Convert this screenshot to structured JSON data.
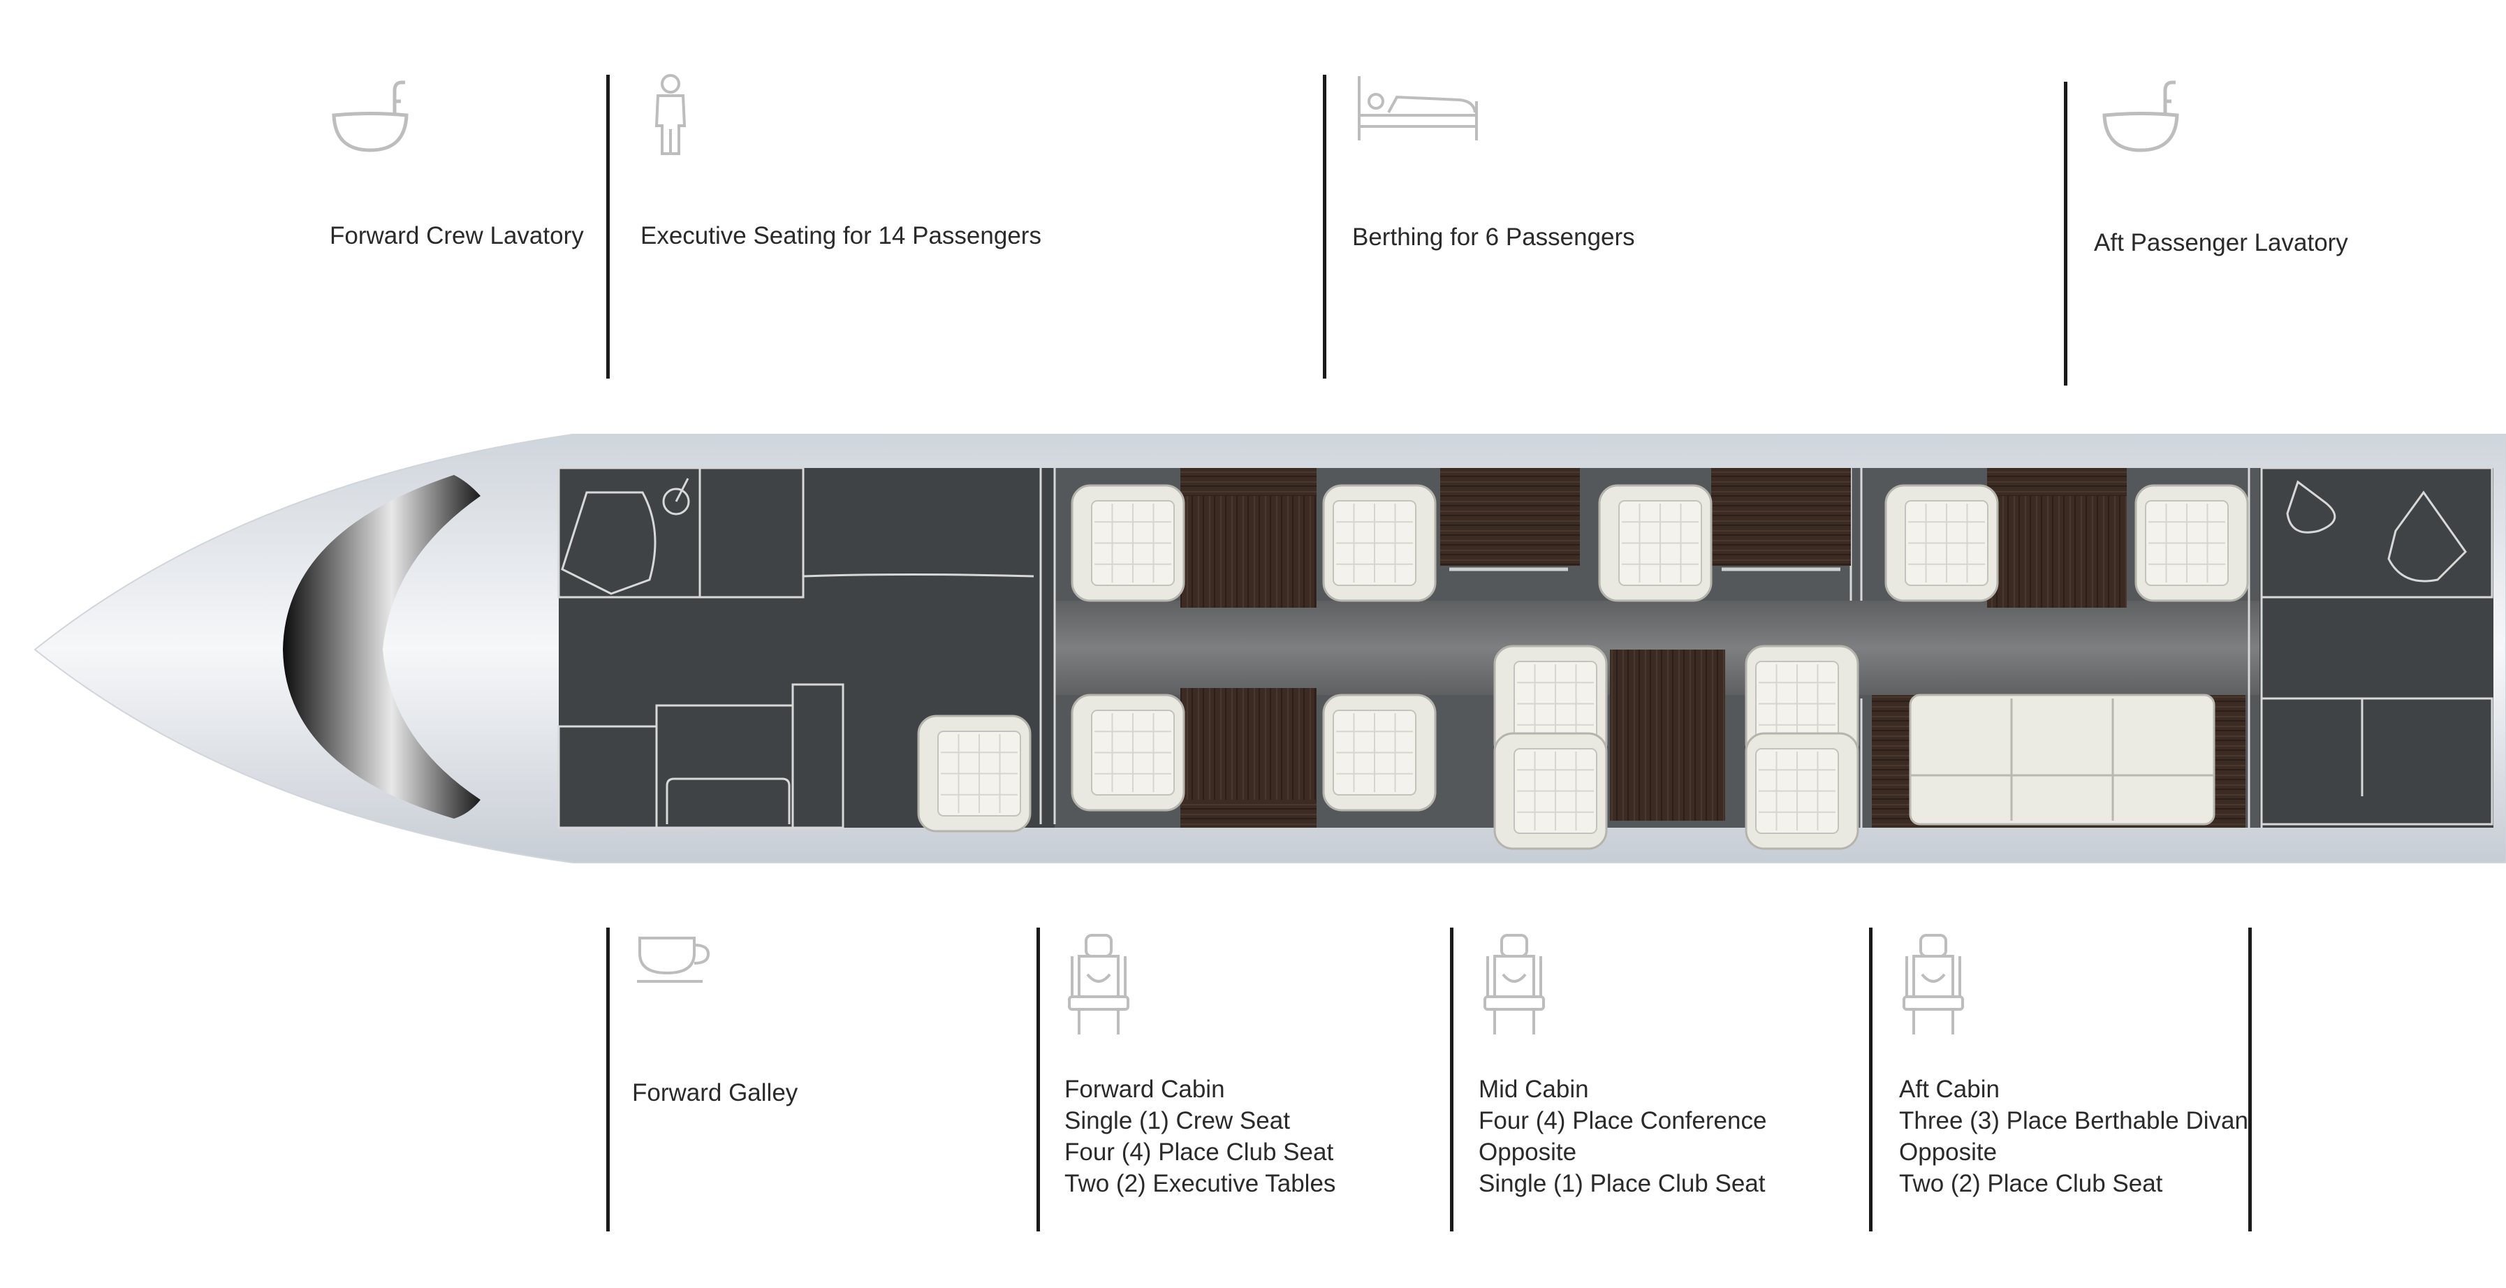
{
  "top_labels": {
    "forward_crew_lavatory": "Forward Crew Lavatory",
    "executive_seating": "Executive Seating for 14 Passengers",
    "berthing": "Berthing for 6 Passengers",
    "aft_passenger_lavatory": "Aft Passenger Lavatory"
  },
  "bottom_labels": {
    "forward_galley": "Forward Galley",
    "forward_cabin": [
      "Forward Cabin",
      "Single (1) Crew Seat",
      "Four (4) Place Club Seat",
      "Two (2) Executive Tables"
    ],
    "mid_cabin": [
      "Mid Cabin",
      "Four (4) Place Conference",
      "Opposite",
      "Single (1) Place Club Seat"
    ],
    "aft_cabin": [
      "Aft Cabin",
      "Three (3) Place Berthable Divan",
      "Opposite",
      "Two (2) Place Club Seat"
    ]
  },
  "icons": {
    "forward_lavatory": "sink-icon",
    "passenger": "person-icon",
    "berth": "bed-icon",
    "aft_lavatory": "sink-icon",
    "galley": "coffee-cup-icon",
    "forward_cabin_seat": "seat-icon",
    "mid_cabin_seat": "seat-icon",
    "aft_cabin_seat": "seat-icon"
  },
  "colors": {
    "fuselage": "#dde2e8",
    "cabin_floor": "#404345",
    "aisle": "#6e7072",
    "wood": "#3a2a22",
    "seat": "#ecebe4",
    "windshield": "#1d1d1d"
  }
}
